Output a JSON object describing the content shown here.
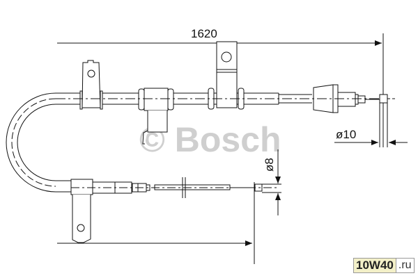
{
  "diagram": {
    "dimensions": {
      "overall_length": "1620",
      "end_diameter_right": "ø10",
      "end_diameter_lower": "ø8"
    },
    "watermark": "© Bosch",
    "site_logo": {
      "part1": "10W40",
      "part2": ".ru"
    }
  }
}
